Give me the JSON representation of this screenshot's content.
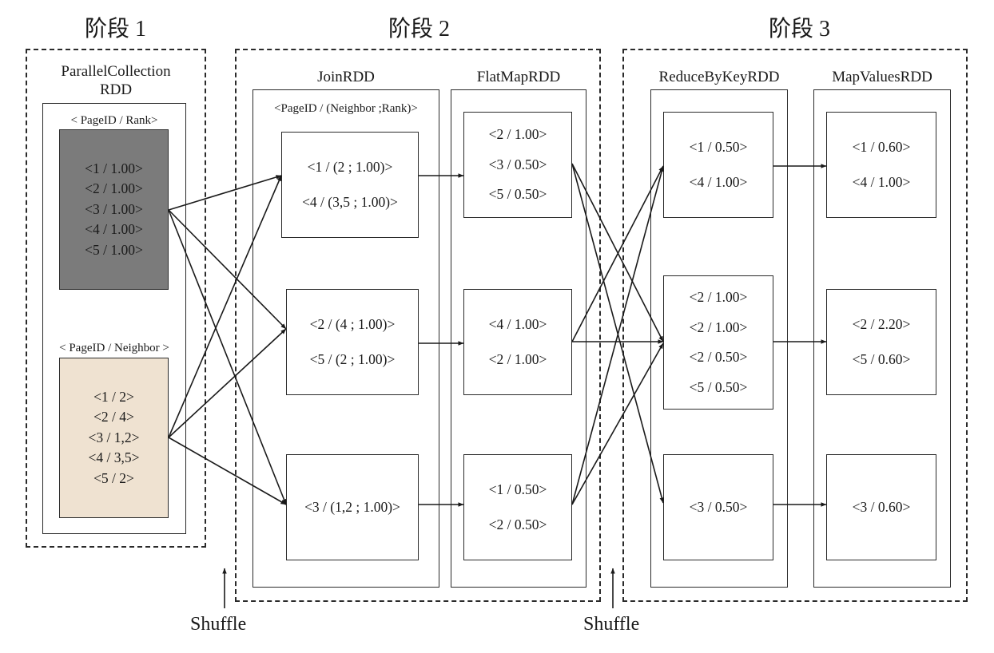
{
  "stages": [
    {
      "title": "阶段 1"
    },
    {
      "title": "阶段 2"
    },
    {
      "title": "阶段 3"
    }
  ],
  "shuffle_label": "Shuffle",
  "rdds": {
    "parallel": {
      "title_line1": "ParallelCollection",
      "title_line2": "RDD",
      "rank_caption": "< PageID / Rank>",
      "neighbor_caption": "< PageID / Neighbor >",
      "rank_records": [
        "<1 / 1.00>",
        "<2 / 1.00>",
        "<3 / 1.00>",
        "<4 / 1.00>",
        "<5 / 1.00>"
      ],
      "neighbor_records": [
        "<1 / 2>",
        "<2 / 4>",
        "<3 / 1,2>",
        "<4 / 3,5>",
        "<5 / 2>"
      ]
    },
    "join": {
      "title": "JoinRDD",
      "caption": "<PageID / (Neighbor ;Rank)>",
      "partitions": [
        [
          "<1 / (2 ; 1.00)>",
          "<4 / (3,5 ; 1.00)>"
        ],
        [
          "<2 / (4 ; 1.00)>",
          "<5 / (2 ; 1.00)>"
        ],
        [
          "<3 / (1,2 ; 1.00)>"
        ]
      ]
    },
    "flatmap": {
      "title": "FlatMapRDD",
      "partitions": [
        [
          "<2 / 1.00>",
          "<3 / 0.50>",
          "<5 / 0.50>"
        ],
        [
          "<4 / 1.00>",
          "<2 / 1.00>"
        ],
        [
          "<1 / 0.50>",
          "<2 / 0.50>"
        ]
      ]
    },
    "reduce": {
      "title": "ReduceByKeyRDD",
      "partitions": [
        [
          "<1 / 0.50>",
          "<4 / 1.00>"
        ],
        [
          "<2 / 1.00>",
          "<2 / 1.00>",
          "<2 / 0.50>",
          "<5 / 0.50>"
        ],
        [
          "<3 / 0.50>"
        ]
      ]
    },
    "mapvalues": {
      "title": "MapValuesRDD",
      "partitions": [
        [
          "<1 / 0.60>",
          "<4 / 1.00>"
        ],
        [
          "<2 / 2.20>",
          "<5 / 0.60>"
        ],
        [
          "<3 / 0.60>"
        ]
      ]
    }
  },
  "colors": {
    "line": "#1a1a1a",
    "rank_fill": "#7b7b7b",
    "neighbor_fill": "#efe2d1"
  }
}
